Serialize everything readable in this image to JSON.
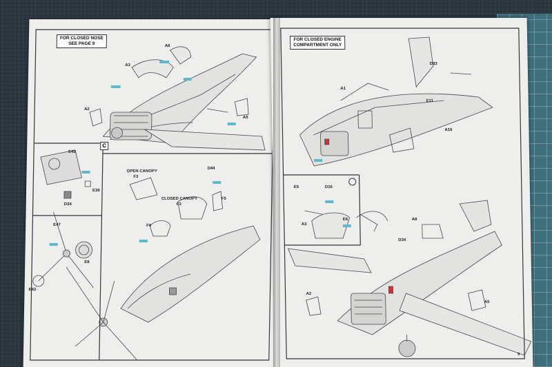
{
  "left_page": {
    "header_note_line1": "FOR CLOSED NOSE",
    "header_note_line2": "SEE PAGE 9",
    "panel_badge": "C",
    "labels": {
      "a3": "A3",
      "a8": "A8",
      "a2": "A2",
      "a5": "A5",
      "e45": "E45",
      "e36": "E36",
      "d34": "D34",
      "e47": "E47",
      "e8": "E8",
      "e42": "E42",
      "open_canopy": "OPEN CANOPY",
      "f3_open": "F3",
      "closed_canopy": "CLOSED CANOPY",
      "f3_closed": "F3",
      "f6": "F6",
      "f5": "F5",
      "d44": "D44"
    }
  },
  "right_page": {
    "header_note_line1": "FOR CLOSED ENGINE",
    "header_note_line2": "COMPARTMENT ONLY",
    "page_number": "9",
    "labels": {
      "d33": "D33",
      "a1": "A1",
      "e11": "E11",
      "a16": "A16",
      "e5": "E5",
      "d16": "D16",
      "a3": "A3",
      "e6": "E6",
      "d34": "D34",
      "a8": "A8",
      "a2": "A2",
      "a5": "A5"
    }
  },
  "colors": {
    "paper": "#eeeeec",
    "line_art": "#333333",
    "callout_cyan": "#5fb9c9",
    "cutting_mat": "#3d6f7d"
  }
}
